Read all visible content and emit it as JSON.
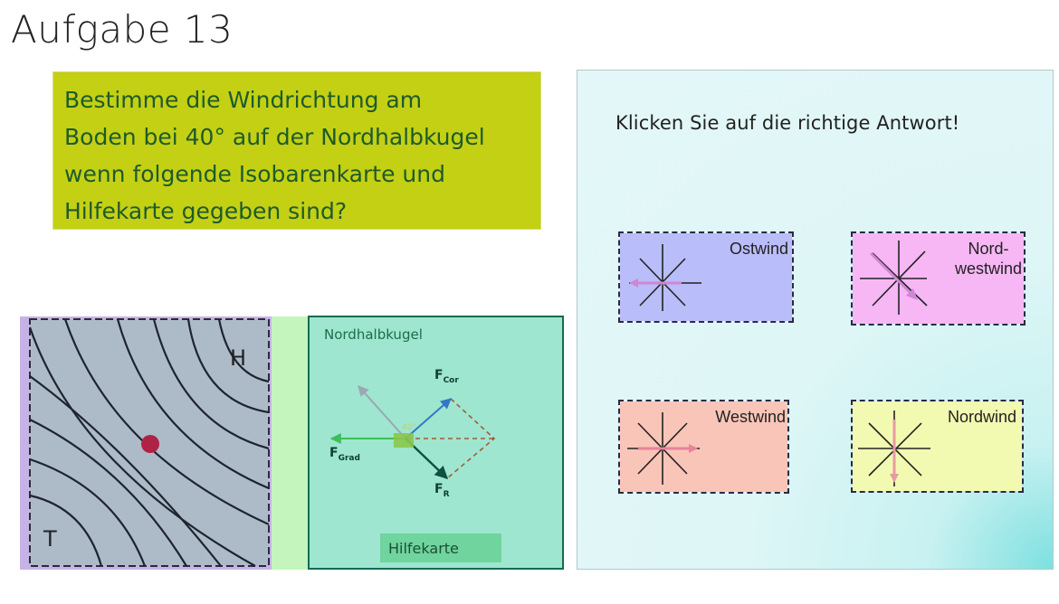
{
  "slide": {
    "title": "Aufgabe 13",
    "question": "Bestimme die Windrichtung am\nBoden bei 40° auf der Nordhalbkugel\nwenn folgende Isobarenkarte und\nHilfekarte gegeben sind?"
  },
  "isobar_map": {
    "high_label": "H",
    "low_label": "T"
  },
  "help_map": {
    "title": "Nordhalbkugel",
    "caption": "Hilfekarte",
    "f_cor": "F",
    "f_cor_sub": "Cor",
    "f_grad": "F",
    "f_grad_sub": "Grad",
    "f_r": "F",
    "f_r_sub": "R",
    "angle_label": "40°"
  },
  "answers": {
    "prompt": "Klicken Sie auf die richtige Antwort!",
    "options": [
      {
        "label": "Ostwind",
        "color": "#b9bdf9"
      },
      {
        "label": "Nord-\nwestwind",
        "color": "#f6b7f4"
      },
      {
        "label": "Westwind",
        "color": "#f9c5b8"
      },
      {
        "label": "Nordwind",
        "color": "#f2f9b1"
      }
    ]
  },
  "colors": {
    "question_bg": "#c3d014",
    "question_text": "#1e5a2a",
    "isobar_bg": "#adbbc8",
    "help_bg": "#9ee6cf",
    "marker": "#b02245"
  }
}
